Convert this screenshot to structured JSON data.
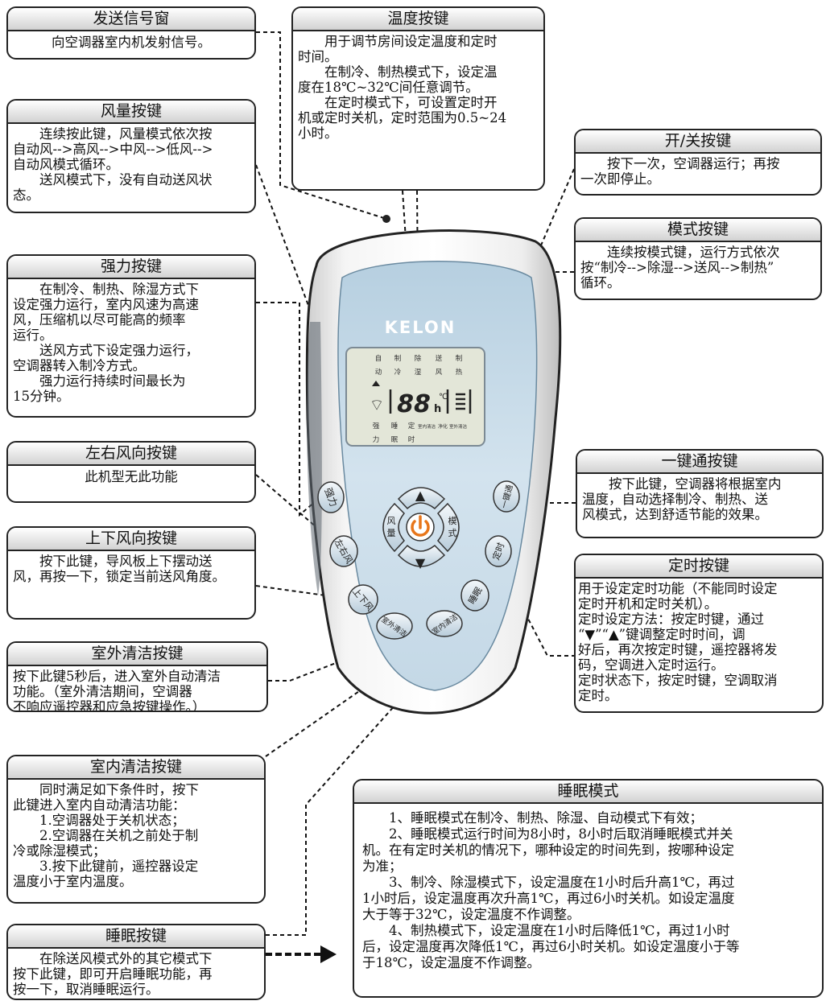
{
  "brand": "KELON",
  "lcd": {
    "modes_top": [
      "自",
      "制",
      "除",
      "送",
      "制"
    ],
    "modes_bottom": [
      "动",
      "冷",
      "湿",
      "风",
      "热"
    ],
    "digits": "88",
    "unit_c": "℃",
    "unit_h": "h",
    "bottom_row1": [
      "强",
      "睡",
      "定",
      "室内清洁",
      "净化",
      "室外清洁"
    ],
    "bottom_row2": [
      "力",
      "眠",
      "时"
    ]
  },
  "remote_buttons": {
    "strong": "强力",
    "fan_speed": "风量",
    "mode": "模式",
    "one_key": "一键通",
    "timer": "定时",
    "horizontal_swing": "左右风",
    "vertical_swing": "上下风",
    "sleep": "睡眠",
    "outdoor_clean": "室外清洁",
    "indoor_clean": "室内清洁",
    "up_symbol": "▲",
    "down_symbol": "▼"
  },
  "callouts": {
    "send_window": {
      "title": "发送信号窗",
      "text": "向空调器室内机发射信号。"
    },
    "temperature": {
      "title": "温度按键",
      "text": "　　用于调节房间设定温度和定时\n时间。\n　　在制冷、制热模式下，设定温\n度在18℃~32℃间任意调节。\n　　在定时模式下，可设置定时开\n机或定时关机，定时范围为0.5~24\n小时。"
    },
    "fan_speed": {
      "title": "风量按键",
      "text": "　　连续按此键，风量模式依次按\n自动风-->高风-->中风-->低风-->\n自动风模式循环。\n　　送风模式下，没有自动送风状\n态。"
    },
    "power": {
      "title": "开/关按键",
      "text": "　　按下一次，空调器运行；再按\n一次即停止。"
    },
    "mode": {
      "title": "模式按键",
      "text": "　　连续按模式键，运行方式依次\n按“制冷-->除湿-->送风-->制热”\n循环。"
    },
    "strong": {
      "title": "强力按键",
      "text": "　　在制冷、制热、除湿方式下\n设定强力运行，室内风速为高速\n风，压缩机以尽可能高的频率\n运行。\n　　送风方式下设定强力运行，\n空调器转入制冷方式。\n　　强力运行持续时间最长为\n15分钟。"
    },
    "horizontal": {
      "title": "左右风向按键",
      "text": "此机型无此功能"
    },
    "one_key": {
      "title": "一键通按键",
      "text": "　　按下此键，空调器将根据室内\n温度，自动选择制冷、制热、送\n风模式，达到舒适节能的效果。"
    },
    "vertical": {
      "title": "上下风向按键",
      "text": "　　按下此键，导风板上下摆动送\n风，再按一下，锁定当前送风角度。"
    },
    "timer": {
      "title": "定时按键",
      "text": "用于设定定时功能（不能同时设定\n定时开机和定时关机）。\n定时设定方法：按定时键，通过\n“▼”“▲”键调整定时时间，调\n好后，再次按定时键，遥控器将发\n码，空调进入定时运行。\n定时状态下，按定时键，空调取消\n定时。"
    },
    "outdoor_clean": {
      "title": "室外清洁按键",
      "text": "按下此键5秒后，进入室外自动清洁\n功能。（室外清洁期间，空调器\n不响应遥控器和应急按键操作。）"
    },
    "indoor_clean": {
      "title": "室内清洁按键",
      "text": "　　同时满足如下条件时，按下\n此键进入室内自动清洁功能：\n　　1.空调器处于关机状态；\n　　2.空调器在关机之前处于制\n冷或除湿模式；\n　　3.按下此键前，遥控器设定\n温度小于室内温度。"
    },
    "sleep_key": {
      "title": "睡眠按键",
      "text": "　　在除送风模式外的其它模式下\n按下此键，即可开启睡眠功能，再\n按一下，取消睡眠运行。"
    },
    "sleep_mode": {
      "title": "睡眠模式",
      "text": "　　1、睡眠模式在制冷、制热、除湿、自动模式下有效；\n　　2、睡眠模式运行时间为8小时，8小时后取消睡眠模式并关\n机。在有定时关机的情况下，哪种设定的时间先到，按哪种设定\n为准；\n　　3、制冷、除湿模式下，设定温度在1小时后升高1℃，再过\n1小时后，设定温度再次升高1℃，再过6小时关机。如设定温度\n大于等于32℃，设定温度不作调整。\n　　4、制热模式下，设定温度在1小时后降低1℃，再过1小时\n后，设定温度再次降低1℃，再过6小时关机。如设定温度小于等\n于18℃，设定温度不作调整。"
    }
  },
  "colors": {
    "remote_body": "#efefef",
    "face_panel": "#c7dbe8",
    "lcd": "#e4e6da",
    "button": "#d9e6ef",
    "power_orange": "#e8761a"
  }
}
